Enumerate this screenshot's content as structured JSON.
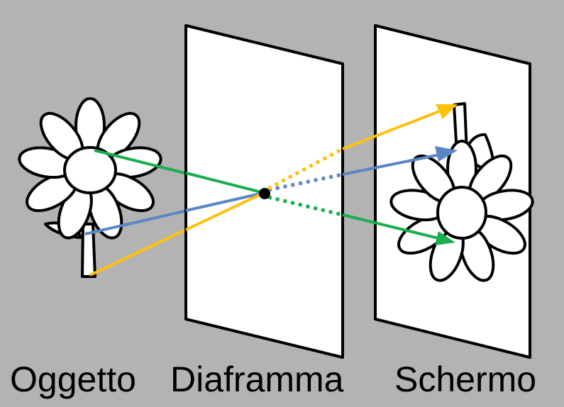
{
  "labels": {
    "object": "Oggetto",
    "aperture": "Diaframma",
    "screen": "Schermo"
  },
  "colors": {
    "background": "#b3b3b3",
    "ray_top": "#1aae4f",
    "ray_middle": "#5b86c4",
    "ray_bottom": "#fdc00d"
  }
}
